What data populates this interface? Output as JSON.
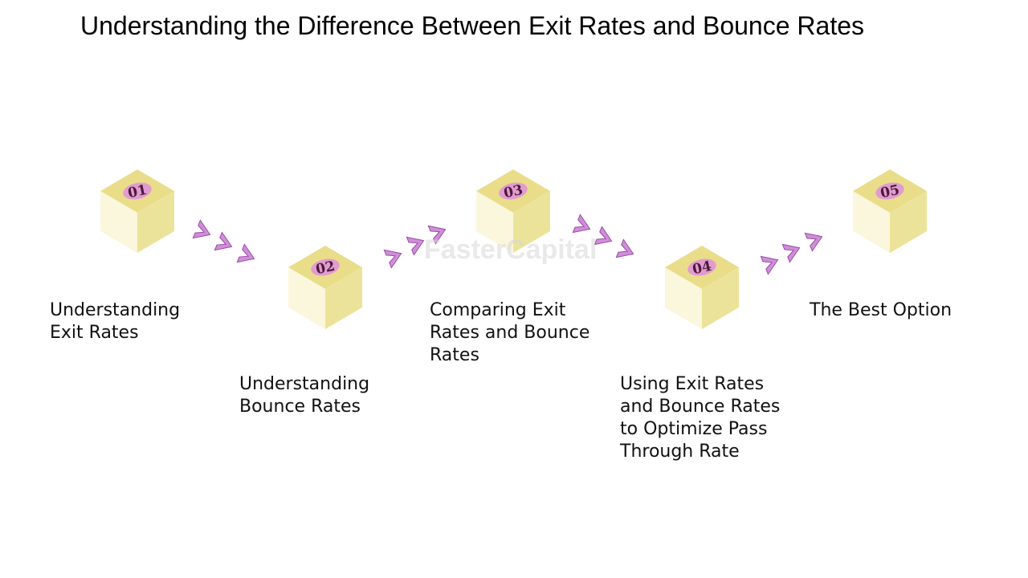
{
  "title": "Understanding the Difference Between Exit Rates and Bounce Rates",
  "watermark": "FasterCapital",
  "colors": {
    "cube_top": "#e9dd8a",
    "cube_left": "#faf7dc",
    "cube_right": "#ece39a",
    "badge": "#e29bd0",
    "arrow_fill": "#cf8fd8",
    "arrow_stroke": "#9a4aa6"
  },
  "steps": [
    {
      "number": "01",
      "label": "Understanding\nExit Rates"
    },
    {
      "number": "02",
      "label": "Understanding\nBounce Rates"
    },
    {
      "number": "03",
      "label": "Comparing Exit\nRates and Bounce\nRates"
    },
    {
      "number": "04",
      "label": "Using Exit Rates\nand Bounce Rates\nto Optimize Pass\nThrough Rate"
    },
    {
      "number": "05",
      "label": "The Best Option"
    }
  ],
  "connector_icon": "triple-chevron-arrow-icon"
}
